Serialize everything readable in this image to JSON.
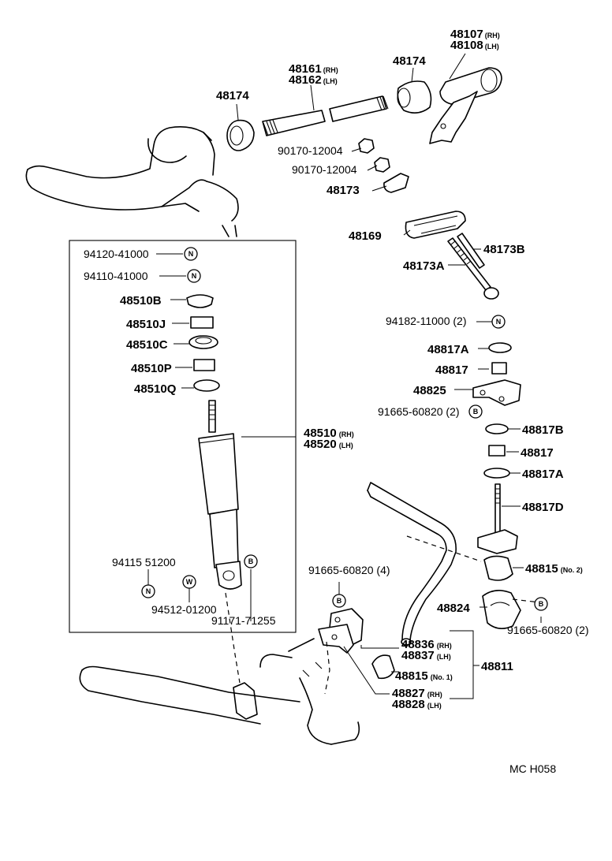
{
  "catalog_code": "MC  H058",
  "symbols": {
    "n": "N",
    "w": "W",
    "b": "B"
  },
  "labels": {
    "p48107": "48107",
    "p48107_s": "(RH)",
    "p48108": "48108",
    "p48108_s": "(LH)",
    "p48174_top": "48174",
    "p48174_left": "48174",
    "p48161": "48161",
    "p48161_s": "(RH)",
    "p48162": "48162",
    "p48162_s": "(LH)",
    "p90170_a": "90170-12004",
    "p90170_b": "90170-12004",
    "p48173": "48173",
    "p48169": "48169",
    "p48173B": "48173B",
    "p48173A": "48173A",
    "p94182": "94182-11000 (2)",
    "p94120": "94120-41000",
    "p94110": "94110-41000",
    "p48510B": "48510B",
    "p48510J": "48510J",
    "p48510C": "48510C",
    "p48510P": "48510P",
    "p48510Q": "48510Q",
    "p48510": "48510",
    "p48510_s": "(RH)",
    "p48520": "48520",
    "p48520_s": "(LH)",
    "p94115": "94115 51200",
    "p94512": "94512-01200",
    "p91171": "91171-71255",
    "p48817A_1": "48817A",
    "p48817_1": "48817",
    "p48825": "48825",
    "p91665_a": "91665-60820 (2)",
    "p48817B": "48817B",
    "p48817_2": "48817",
    "p48817A_2": "48817A",
    "p48817D": "48817D",
    "p48815_2": "48815",
    "p48815_2_s": "(No. 2)",
    "p48824": "48824",
    "p91665_b": "91665-60820 (2)",
    "p91665_c": "91665-60820 (4)",
    "p48836": "48836",
    "p48836_s": "(RH)",
    "p48837": "48837",
    "p48837_s": "(LH)",
    "p48815_1": "48815",
    "p48815_1_s": "(No. 1)",
    "p48811": "48811",
    "p48827": "48827",
    "p48827_s": "(RH)",
    "p48828": "48828",
    "p48828_s": "(LH)"
  }
}
